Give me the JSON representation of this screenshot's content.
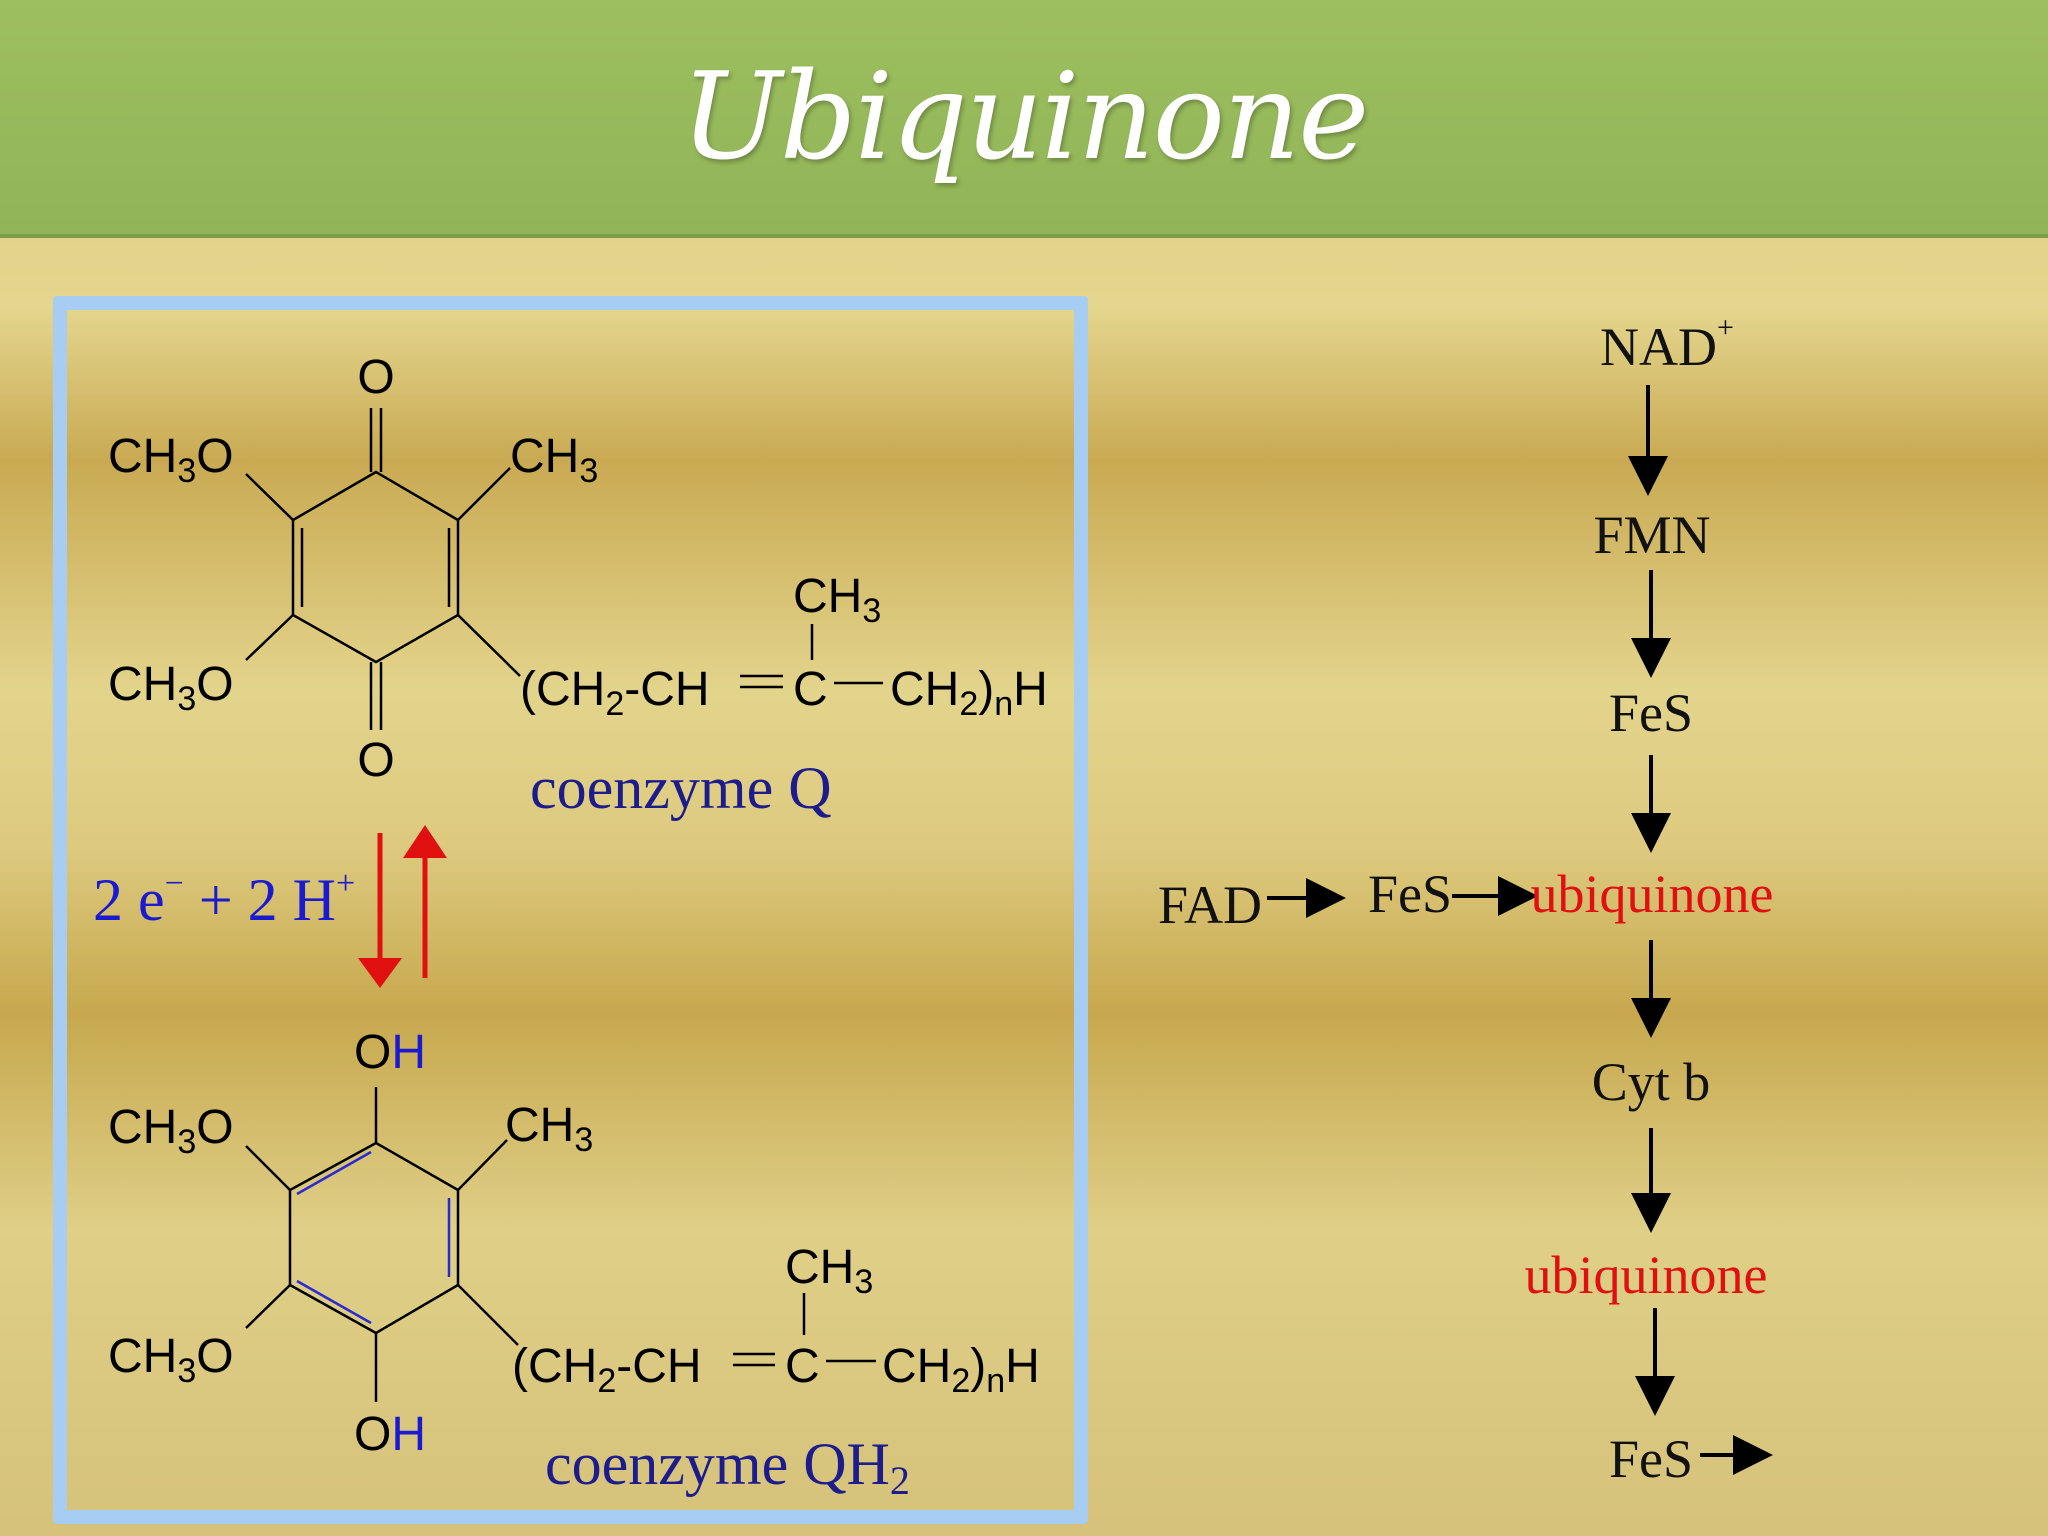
{
  "title": "Ubiquinone",
  "molecule_top": {
    "o_top": "O",
    "o_bottom": "O",
    "och3_upper": "CH",
    "och3_upper_sub": "3",
    "och3_upper_o": "O",
    "och3_lower": "CH",
    "och3_lower_sub": "3",
    "och3_lower_o": "O",
    "ch3_ring": "CH",
    "ch3_ring_sub": "3",
    "ch3_chain": "CH",
    "ch3_chain_sub": "3",
    "chain_a": "(CH",
    "chain_a_sub": "2",
    "chain_b": "-CH",
    "chain_c": "C",
    "chain_d": "CH",
    "chain_d_sub": "2",
    "chain_e": ")",
    "chain_e_sub": "n",
    "chain_f": "H",
    "caption": "coenzyme Q"
  },
  "equilibrium": {
    "label_a": "2 e",
    "label_a_sup": "−",
    "label_b": " + 2 H",
    "label_b_sup": "+",
    "colors": {
      "arrows": "#e01010",
      "label": "#1a1ad0"
    }
  },
  "molecule_bottom": {
    "oh_top_o": "O",
    "oh_top_h": "H",
    "oh_bottom_o": "O",
    "oh_bottom_h": "H",
    "och3_upper": "CH",
    "och3_upper_sub": "3",
    "och3_upper_o": "O",
    "och3_lower": "CH",
    "och3_lower_sub": "3",
    "och3_lower_o": "O",
    "ch3_ring": "CH",
    "ch3_ring_sub": "3",
    "ch3_chain": "CH",
    "ch3_chain_sub": "3",
    "chain_a": "(CH",
    "chain_a_sub": "2",
    "chain_b": "-CH",
    "chain_c": "C",
    "chain_d": "CH",
    "chain_d_sub": "2",
    "chain_e": ")",
    "chain_e_sub": "n",
    "chain_f": "H",
    "caption": "coenzyme QH",
    "caption_sub": "2"
  },
  "pathway": {
    "nad": "NAD",
    "nad_sup": "+",
    "fmn": "FMN",
    "fes_1": "FeS",
    "fad": "FAD",
    "fes_side": "FeS",
    "ubiquinone_1": "ubiquinone",
    "cyt_b": "Cyt b",
    "ubiquinone_2": "ubiquinone",
    "fes_2": "FeS",
    "colors": {
      "highlight": "#e01010",
      "text": "#111111"
    }
  }
}
